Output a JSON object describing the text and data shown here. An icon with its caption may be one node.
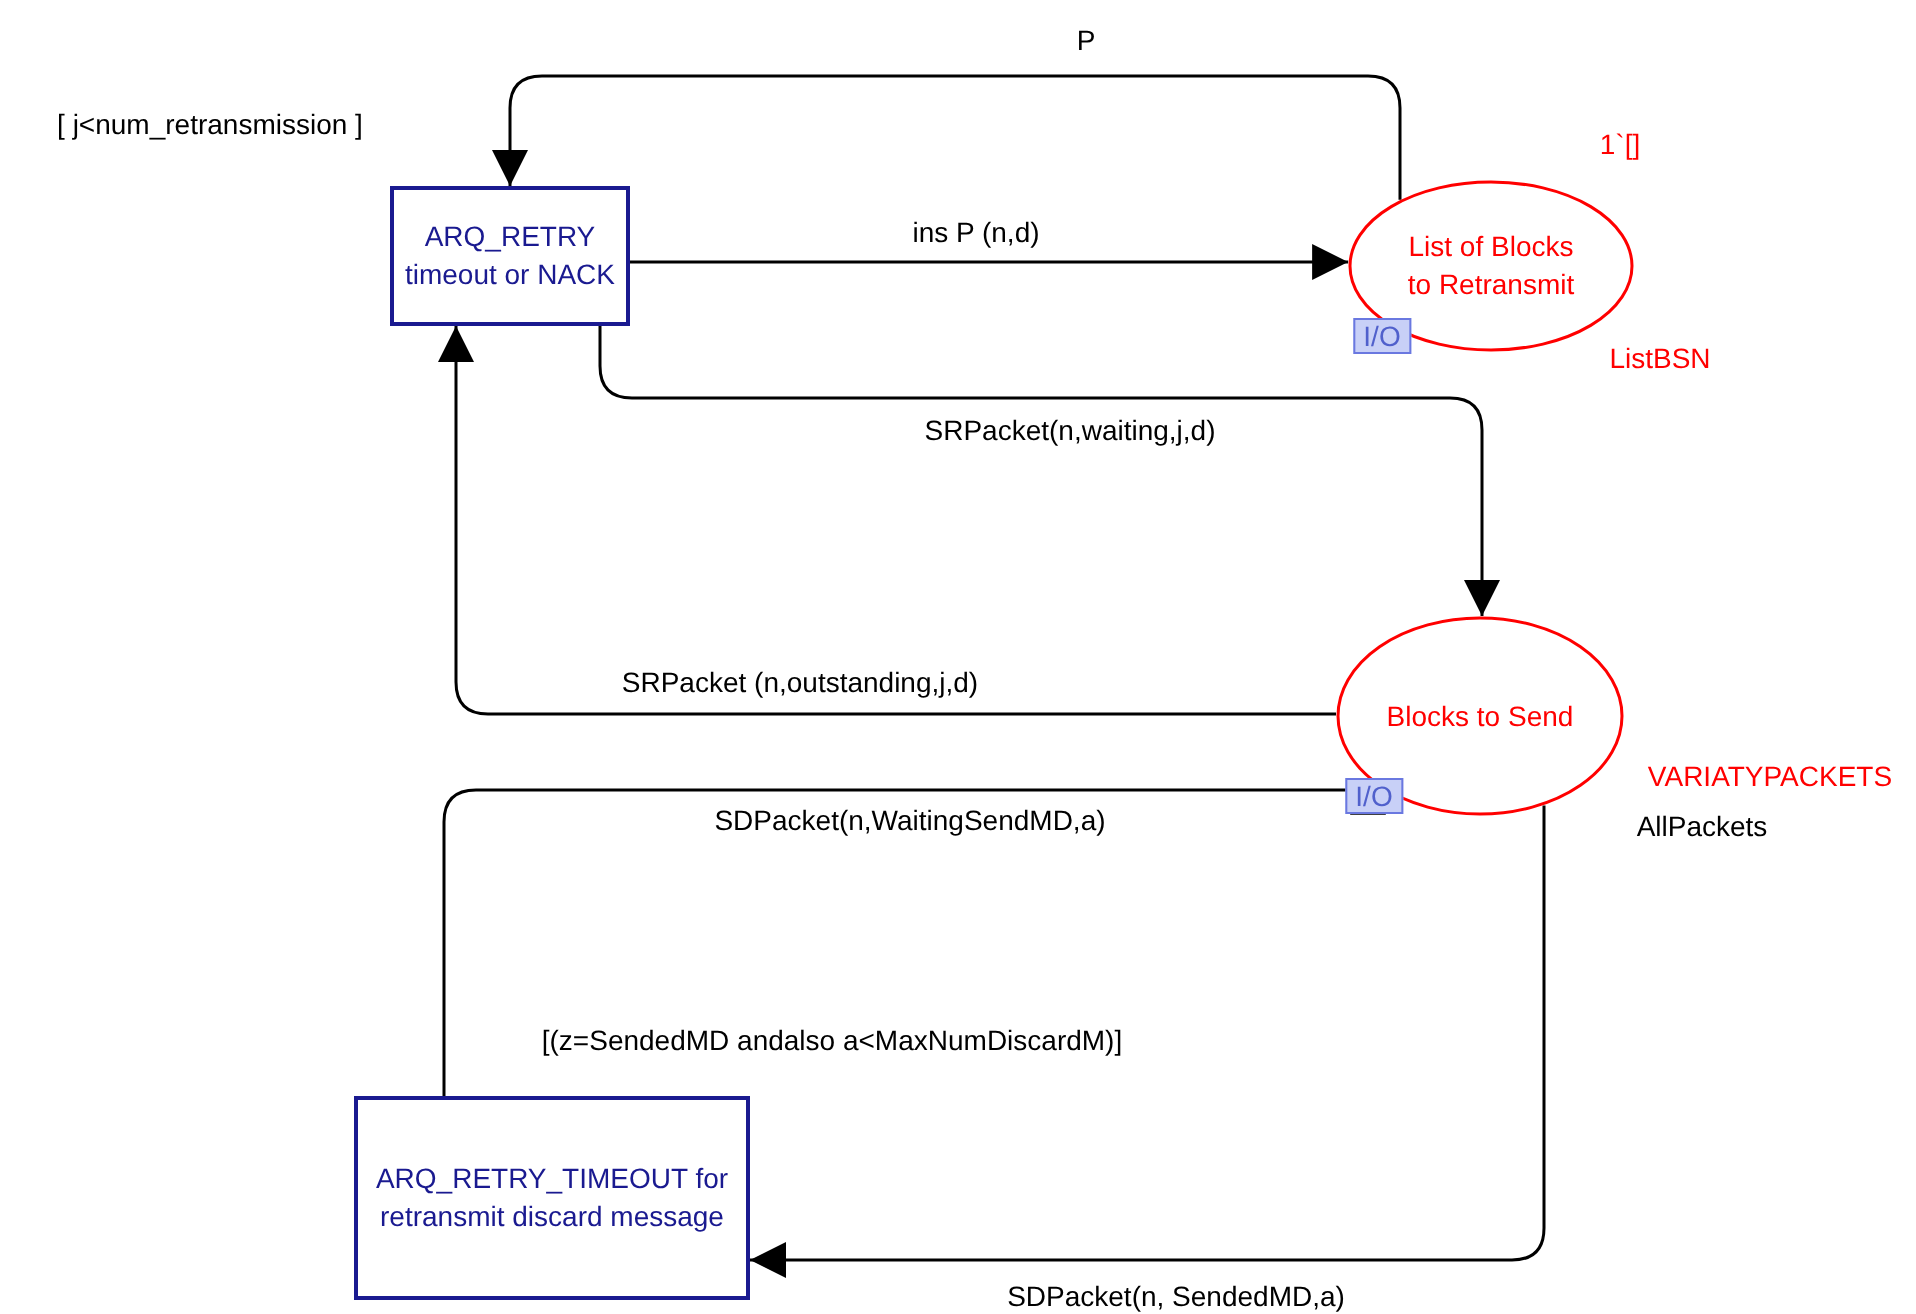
{
  "diagram": {
    "nodes": [
      {
        "text": [
          "ARQ_RETRY timeout or NACK"
        ],
        "beside": [
          "[ j<num_retransmission ]"
        ]
      },
      {
        "text": [
          "List of Blocks to Retransmit"
        ],
        "beside": [
          "1`[]",
          "I/O",
          "ListBSN"
        ]
      },
      {
        "text": [
          "Blocks  to Send"
        ],
        "beside": [
          "I/O",
          "VARIATYPACKETS",
          "AllPackets"
        ]
      },
      {
        "text": [
          "ARQ_RETRY_TIMEOUT for retransmit discard message"
        ],
        "beside": [
          "[(z=SendedMD andalso  a<MaxNumDiscardM)]"
        ]
      }
    ],
    "edges": [
      {
        "from": 1,
        "to": 0,
        "arrow": "to",
        "label": "P"
      },
      {
        "from": 0,
        "to": 1,
        "arrow": "to",
        "label": "ins P (n,d)"
      },
      {
        "from": 0,
        "to": 2,
        "arrow": "to",
        "label": "SRPacket(n,waiting,j,d)"
      },
      {
        "from": 2,
        "to": 0,
        "arrow": "to",
        "label": "SRPacket (n,outstanding,j,d)"
      },
      {
        "from": 3,
        "to": 2,
        "arrow": "to",
        "label": "SDPacket(n,WaitingSendMD,a)"
      },
      {
        "from": 2,
        "to": 3,
        "arrow": "to",
        "label": "SDPacket(n, SendedMD,a)"
      }
    ]
  }
}
